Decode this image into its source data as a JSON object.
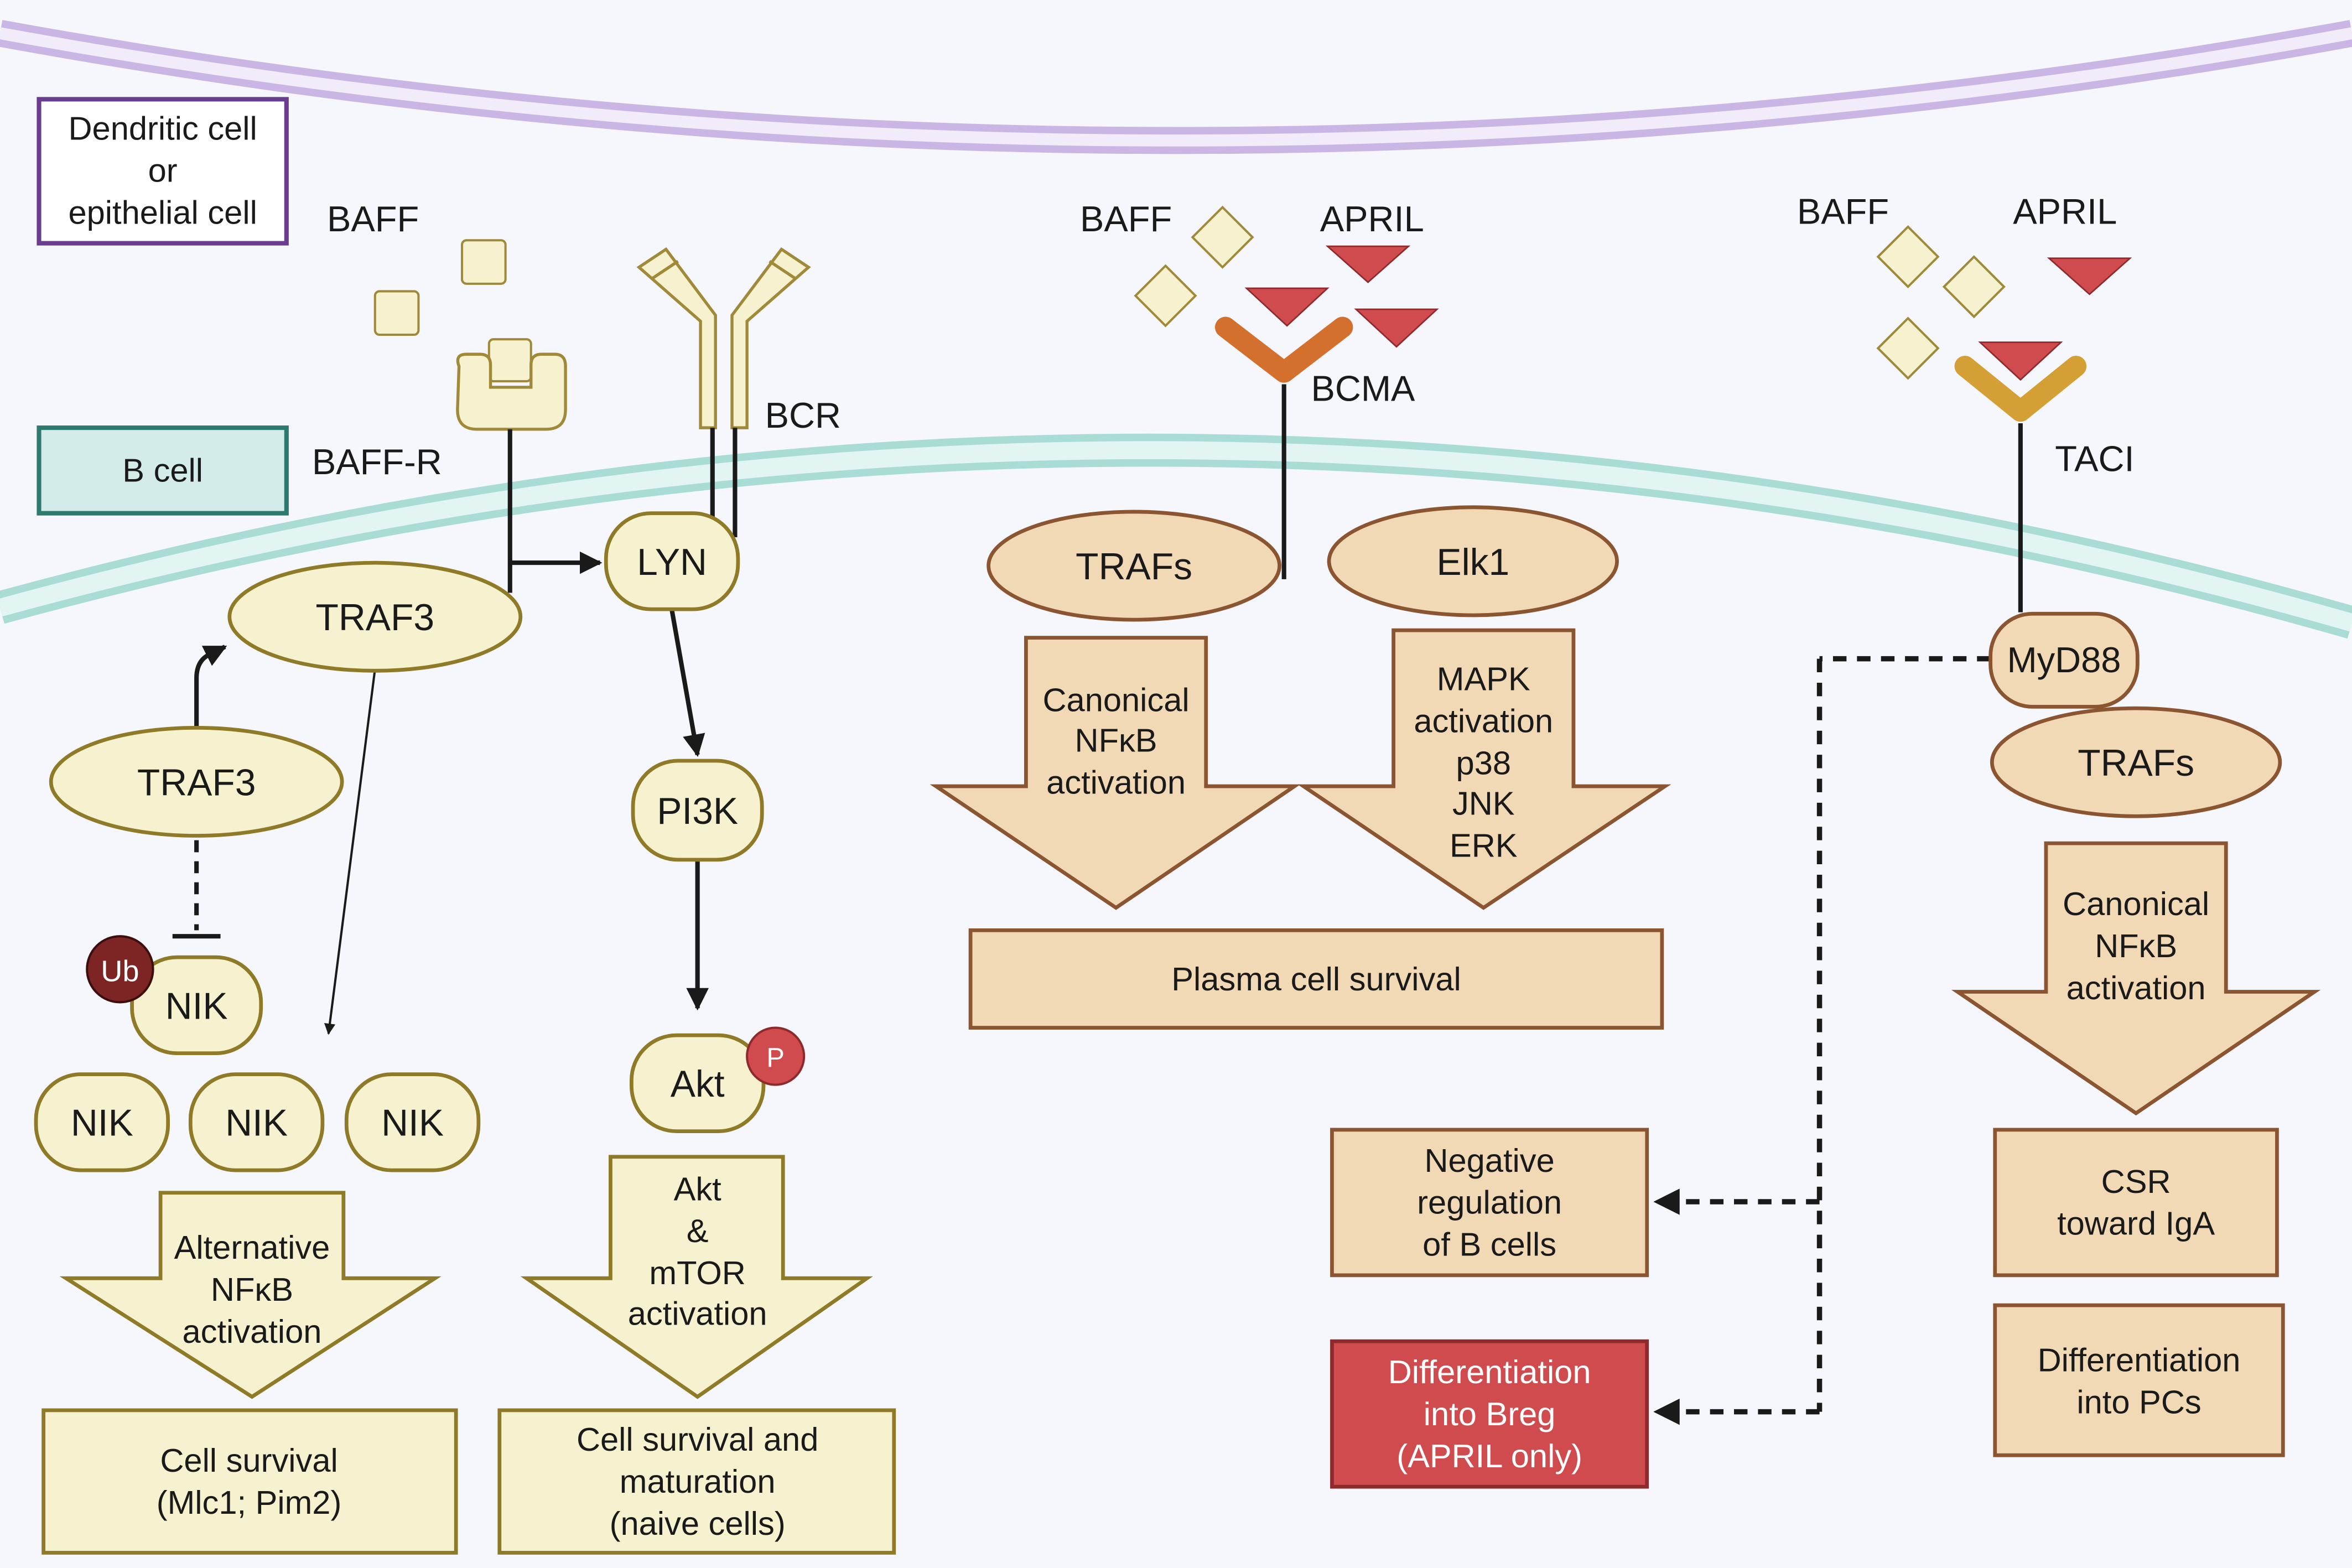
{
  "colors": {
    "background": "#f6f7fc",
    "membrane_top": "#c9b6e4",
    "membrane_b": "#a8dcd4",
    "yellow_fill": "#f6f2cf",
    "yellow_stroke": "#8f7a28",
    "tan_fill": "#f1d9b6",
    "tan_stroke": "#8a5530",
    "red_fill": "#cf4b4e",
    "ub_fill": "#7d2424",
    "bcma": "#d4702e",
    "taci": "#d4a035"
  },
  "cells": {
    "dendritic": [
      "Dendritic cell",
      "or",
      "epithelial cell"
    ],
    "b_cell": "B cell"
  },
  "ligands": {
    "baff_left": "BAFF",
    "baff_mid": "BAFF",
    "april_mid": "APRIL",
    "baff_right": "BAFF",
    "april_right": "APRIL"
  },
  "receptors": {
    "baffr": "BAFF-R",
    "bcr": "BCR",
    "bcma": "BCMA",
    "taci": "TACI"
  },
  "nodes": {
    "lyn": "LYN",
    "traf3_top": "TRAF3",
    "traf3_low": "TRAF3",
    "ub": "Ub",
    "nik_ub": "NIK",
    "nik": [
      "NIK",
      "NIK",
      "NIK"
    ],
    "pi3k": "PI3K",
    "akt": "Akt",
    "p": "P",
    "trafs_mid": "TRAFs",
    "elk1": "Elk1",
    "myd88": "MyD88",
    "trafs_right": "TRAFs"
  },
  "arrows": {
    "alt_nfkb": [
      "Alternative",
      "NFκB",
      "activation"
    ],
    "akt_mtor": [
      "Akt",
      "&",
      "mTOR",
      "activation"
    ],
    "canon_mid": [
      "Canonical",
      "NFκB",
      "activation"
    ],
    "mapk": [
      "MAPK",
      "activation",
      "p38",
      "JNK",
      "ERK"
    ],
    "canon_right": [
      "Canonical",
      "NFκB",
      "activation"
    ]
  },
  "outcomes": {
    "cell_survival": [
      "Cell survival",
      "(Mlc1; Pim2)"
    ],
    "cell_survival_maturation": [
      "Cell survival and",
      "maturation",
      "(naive cells)"
    ],
    "plasma_survival": [
      "Plasma cell survival"
    ],
    "neg_regulation": [
      "Negative",
      "regulation",
      "of B cells"
    ],
    "breg": [
      "Differentiation",
      "into Breg",
      "(APRIL only)"
    ],
    "csr": [
      "CSR",
      "toward IgA"
    ],
    "pcs": [
      "Differentiation",
      "into PCs"
    ]
  }
}
